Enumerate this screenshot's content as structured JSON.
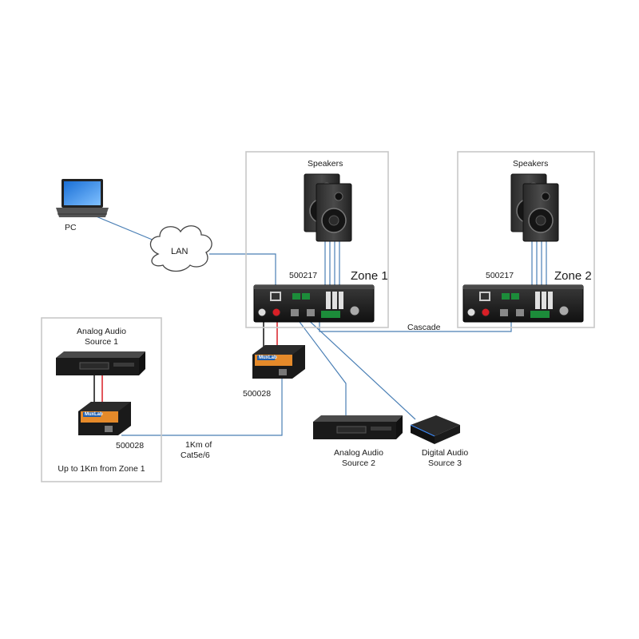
{
  "labels": {
    "pc": "PC",
    "lan": "LAN",
    "speakers_zone1": "Speakers",
    "speakers_zone2": "Speakers",
    "unit_zone1": "500217",
    "unit_zone2": "500217",
    "zone1": "Zone 1",
    "zone2": "Zone 2",
    "cascade": "Cascade",
    "analog_source1_line1": "Analog Audio",
    "analog_source1_line2": "Source 1",
    "balun_remote": "500028",
    "balun_local": "500028",
    "remote_distance": "Up to 1Km from Zone 1",
    "cable_line1": "1Km of",
    "cable_line2": "Cat5e/6",
    "analog_source2_line1": "Analog Audio",
    "analog_source2_line2": "Source 2",
    "digital_source3_line1": "Digital Audio",
    "digital_source3_line2": "Source 3",
    "device_brand": "MuxLab"
  },
  "colors": {
    "cable": "#4a7fb5",
    "box_border": "#c8c8c8",
    "balun_body": "#e58a2a",
    "balun_blue": "#1f5fae",
    "device_dark": "#1e1e1e",
    "rca_red": "#d81f26"
  }
}
